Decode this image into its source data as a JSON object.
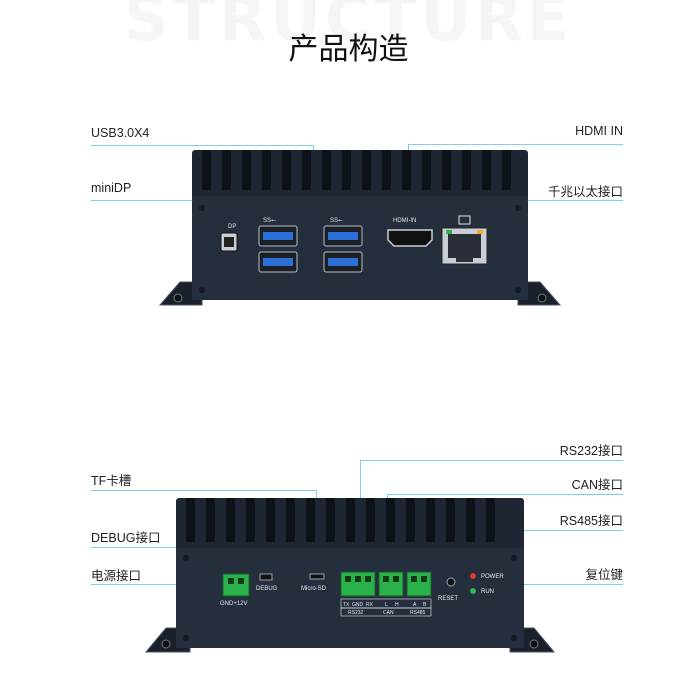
{
  "page": {
    "watermark": "STRUCTURE",
    "title": "产品构造"
  },
  "front_view": {
    "callouts_left": [
      "USB3.0X4",
      "miniDP"
    ],
    "callouts_right": [
      "HDMI IN",
      "千兆以太接口"
    ],
    "panel_labels": {
      "dp": "DP",
      "usb_logo_a": "SS⭠",
      "usb_logo_b": "SS⭠",
      "hdmi": "HDMI-IN"
    }
  },
  "back_view": {
    "callouts_left": [
      "TF卡槽",
      "DEBUG接口",
      "电源接口"
    ],
    "callouts_right": [
      "RS232接口",
      "CAN接口",
      "RS485接口",
      "复位键"
    ],
    "panel_labels": {
      "power": "GND+12V",
      "debug": "DEBUG",
      "micro_sd": "Micro-SD",
      "rs232_pins": [
        "TX",
        "GND",
        "RX"
      ],
      "can_pins": [
        "L",
        "H"
      ],
      "rs485_pins": [
        "A",
        "B"
      ],
      "rs232_group": "RS232",
      "can_group": "CAN",
      "rs485_group": "RS485",
      "reset": "RESET",
      "power_led": "POWER",
      "run_led": "RUN"
    }
  },
  "colors": {
    "chassis": "#1e2634",
    "fin_shadow": "#0d1118",
    "leader": "#7fd0e4",
    "usb_blue": "#2c6fd6",
    "terminal_green": "#2bb14a",
    "led_red": "#d83a2e",
    "led_green": "#35b24a"
  }
}
